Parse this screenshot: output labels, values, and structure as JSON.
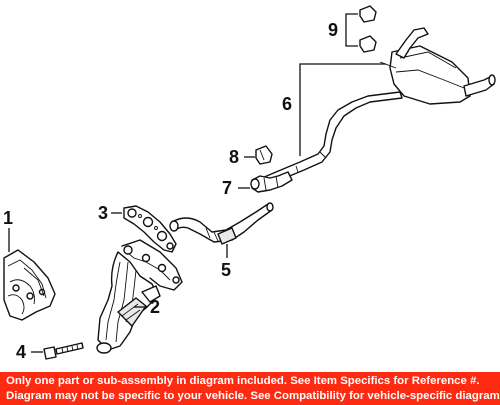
{
  "callouts": {
    "c1": "1",
    "c2": "2",
    "c3": "3",
    "c4": "4",
    "c5": "5",
    "c6": "6",
    "c7": "7",
    "c8": "8",
    "c9": "9"
  },
  "footer": {
    "line1": "Only one part or sub-assembly in diagram included. See Item Specifics for Reference #.",
    "line2": "Diagram may not be specific to your vehicle. See Compatibility for vehicle-specific diagrams."
  },
  "colors": {
    "footer_background": "#ff2a12",
    "footer_text": "#ffffff",
    "line_art": "#111111"
  }
}
